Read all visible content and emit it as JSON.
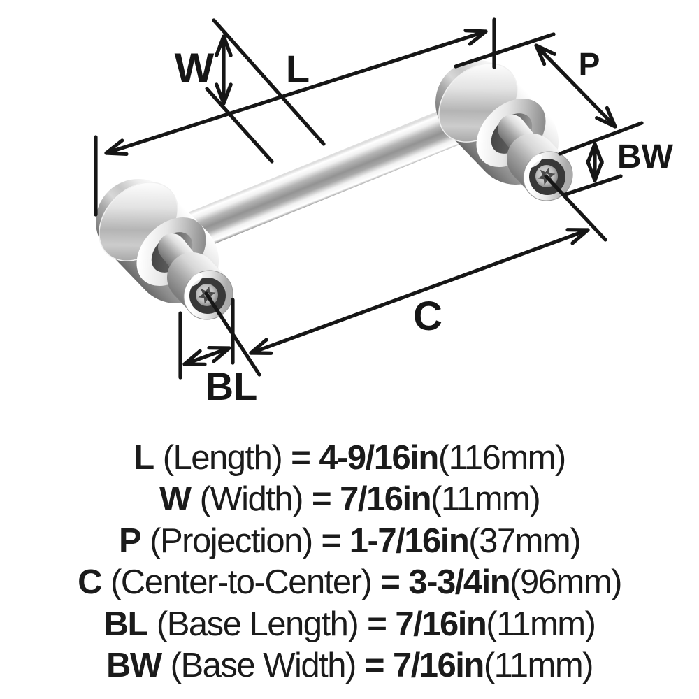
{
  "diagram": {
    "labels": {
      "w": "W",
      "l": "L",
      "p": "P",
      "bw": "BW",
      "c": "C",
      "bl": "BL"
    }
  },
  "legend": {
    "rows": [
      {
        "label": "L",
        "name": "(Length)",
        "eq": "=",
        "value": "4-9/16in",
        "metric": "(116mm)"
      },
      {
        "label": "W",
        "name": "(Width)",
        "eq": "=",
        "value": "7/16in",
        "metric": "(11mm)"
      },
      {
        "label": "P",
        "name": "(Projection)",
        "eq": "=",
        "value": "1-7/16in",
        "metric": "(37mm)"
      },
      {
        "label": "C",
        "name": "(Center-to-Center)",
        "eq": "=",
        "value": "3-3/4in",
        "metric": "(96mm)"
      },
      {
        "label": "BL",
        "name": "(Base Length)",
        "eq": "=",
        "value": "7/16in",
        "metric": "(11mm)"
      },
      {
        "label": "BW",
        "name": "(Base Width)",
        "eq": "=",
        "value": "7/16in",
        "metric": "(11mm)"
      }
    ]
  },
  "colors": {
    "line": "#161616",
    "text": "#1b1b1b",
    "chrome_light": "#ffffff",
    "chrome_mid": "#9a9a9a",
    "chrome_dark": "#6f6f6f",
    "screw_recess": "#383838"
  }
}
